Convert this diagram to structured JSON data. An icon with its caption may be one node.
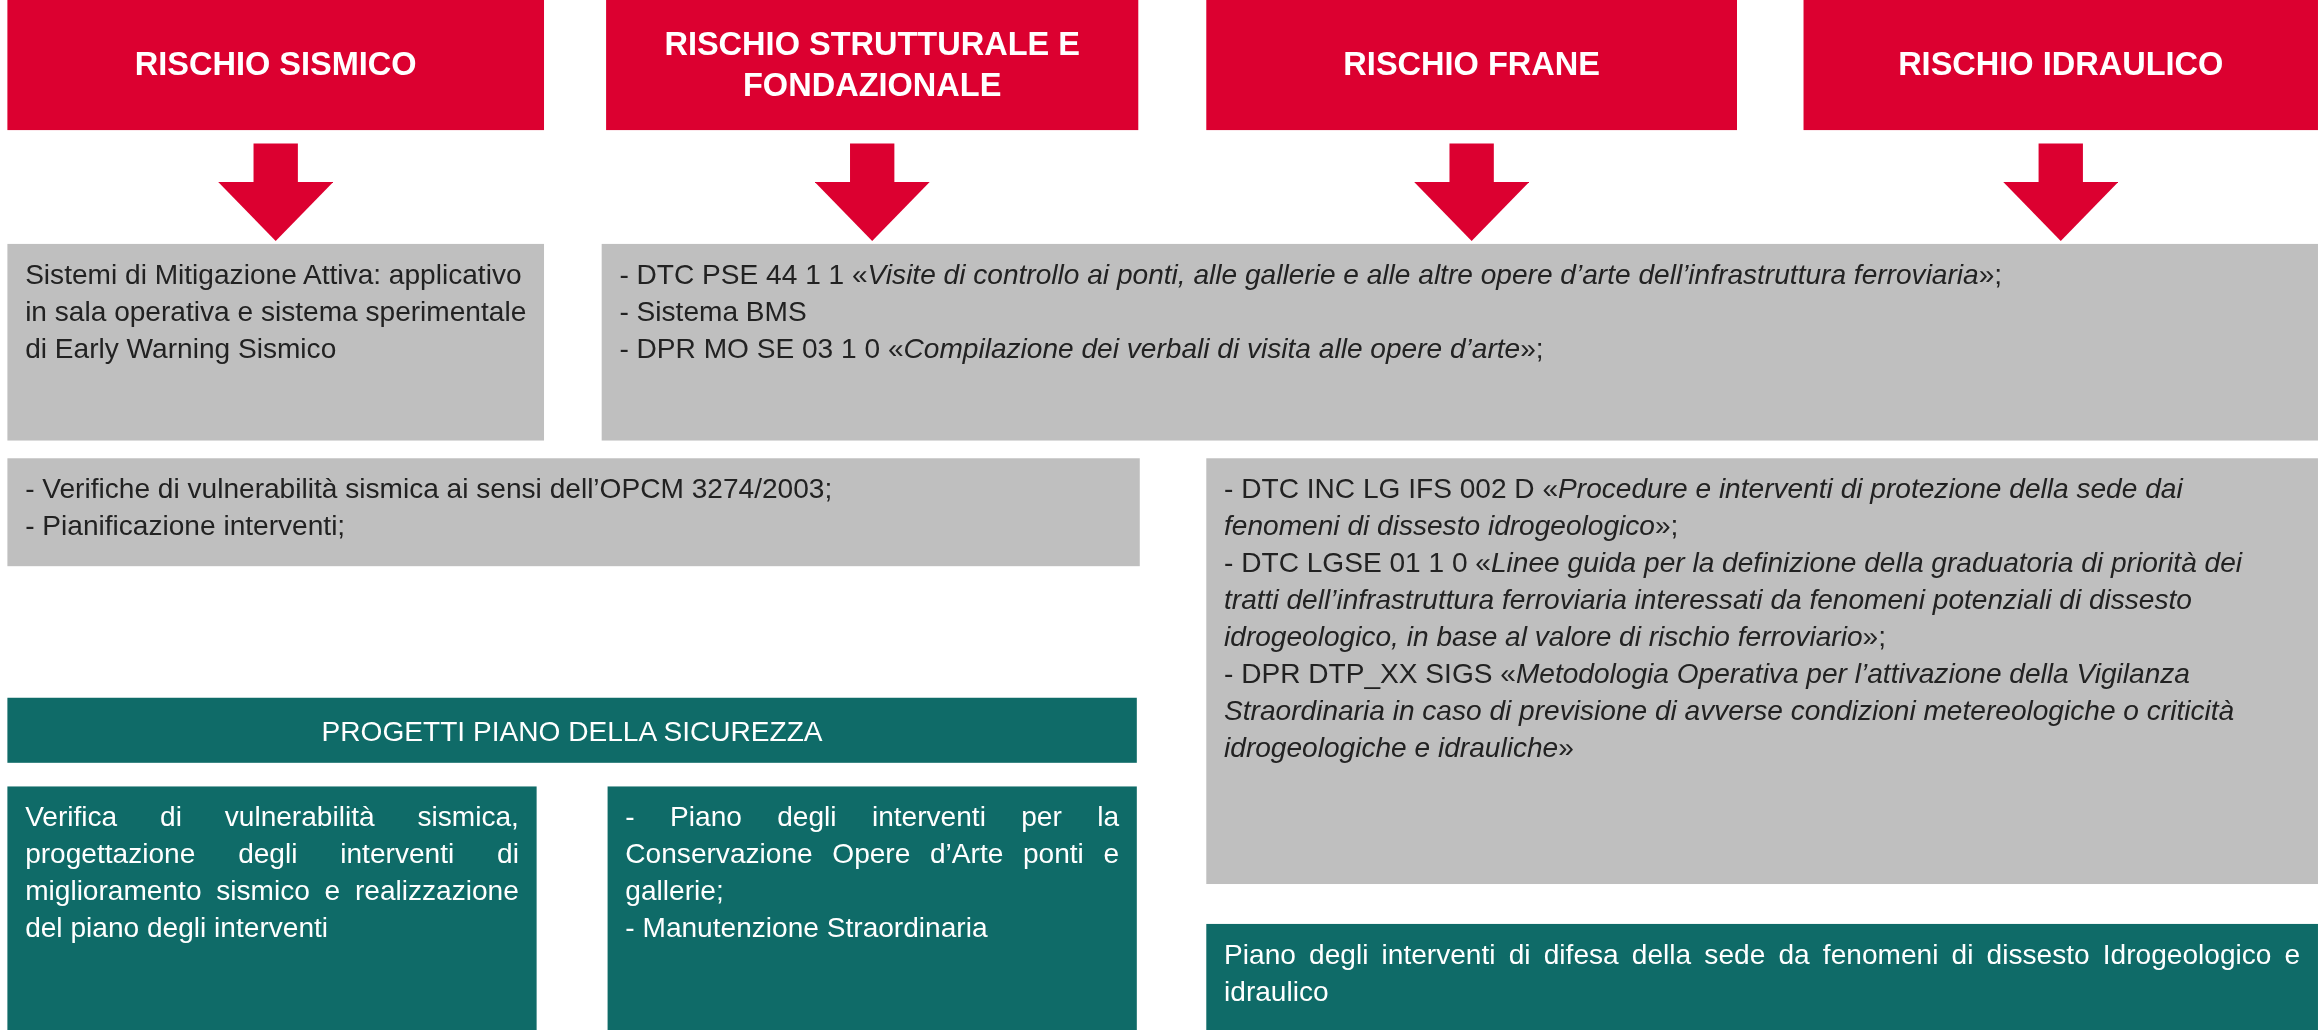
{
  "diagram": {
    "nodes": [
      {
        "text": [
          "RISCHIO SISMICO"
        ]
      },
      {
        "text": [
          "RISCHIO STRUTTURALE E FONDAZIONALE"
        ]
      },
      {
        "text": [
          "RISCHIO FRANE"
        ]
      },
      {
        "text": [
          "RISCHIO IDRAULICO"
        ]
      },
      {
        "text": [
          "Sistemi di Mitigazione Attiva: applicativo in sala operativa e sistema sperimentale di Early Warning Sismico"
        ]
      },
      {
        "text": [
          "- DTC PSE 44 1 1 «*Visite di controllo ai ponti, alle gallerie e alle altre opere d’arte dell’infrastruttura ferroviaria*»;",
          "- Sistema BMS",
          "- DPR MO SE 03 1 0 «*Compilazione dei verbali di visita alle opere d’arte*»;"
        ]
      },
      {
        "text": [
          "- Verifiche di vulnerabilità sismica ai sensi dell’OPCM 3274/2003;",
          "- Pianificazione interventi;"
        ]
      },
      {
        "text": [
          "- DTC INC LG IFS 002 D «*Procedure e interventi di protezione della sede dai fenomeni di dissesto idrogeologico*»;",
          "- DTC LGSE 01 1 0 «*Linee guida per la definizione della graduatoria di priorità dei tratti dell’infrastruttura ferroviaria interessati da fenomeni potenziali di dissesto idrogeologico, in base al valore di rischio ferroviario*»;",
          "- DPR DTP_XX SIGS «*Metodologia Operativa per l’attivazione della Vigilanza Straordinaria in caso di previsione di avverse condizioni metereologiche o criticità idrogeologiche e idrauliche*»"
        ]
      },
      {
        "text": [
          "PROGETTI PIANO DELLA SICUREZZA"
        ]
      },
      {
        "text": [
          "Verifica di vulnerabilità sismica, progettazione degli interventi di miglioramento sismico e realizzazione del piano degli interventi"
        ]
      },
      {
        "text": [
          "- Piano degli interventi per la Conservazione Opere d’Arte ponti e gallerie;",
          "- Manutenzione Straordinaria"
        ]
      },
      {
        "text": [
          "Piano degli interventi di difesa della sede da fenomeni di dissesto Idrogeologico e idraulico"
        ]
      }
    ],
    "edges": [
      {
        "from": 0,
        "to": 4,
        "arrow": "to"
      },
      {
        "from": 1,
        "to": 5,
        "arrow": "to"
      },
      {
        "from": 2,
        "to": 5,
        "arrow": "to"
      },
      {
        "from": 3,
        "to": 5,
        "arrow": "to"
      }
    ]
  }
}
